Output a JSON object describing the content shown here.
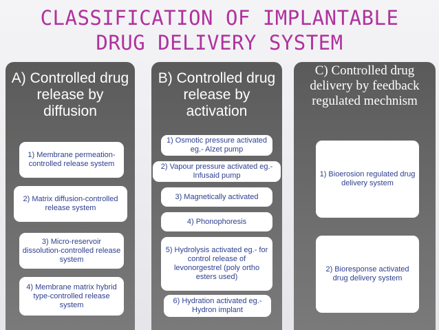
{
  "title_line1": "CLASSIFICATION OF IMPLANTABLE",
  "title_line2": "DRUG DELIVERY SYSTEM",
  "col_a": {
    "heading": "A) Controlled drug release by diffusion",
    "items": [
      "1)  Membrane permeation-controlled release system",
      "2) Matrix diffusion-controlled release system",
      "3) Micro-reservoir dissolution-controlled release system",
      "4) Membrane matrix hybrid type-controlled release system"
    ]
  },
  "col_b": {
    "heading": "B) Controlled drug release by activation",
    "items": [
      "1) Osmotic pressure activated eg.- Alzet pump",
      "2) Vapour pressure activated eg.- Infusaid pump",
      "3) Magnetically activated",
      "4) Phonophoresis",
      "5) Hydrolysis activated eg.- for control release of levonorgestrel (poly ortho esters used)",
      "6) Hydration activated eg.- Hydron implant"
    ]
  },
  "col_c": {
    "heading": "C) Controlled drug delivery by feedback regulated mechnism",
    "items": [
      "1) Bioerosion regulated drug delivery system",
      "2) Bioresponse activated drug delivery system"
    ]
  }
}
